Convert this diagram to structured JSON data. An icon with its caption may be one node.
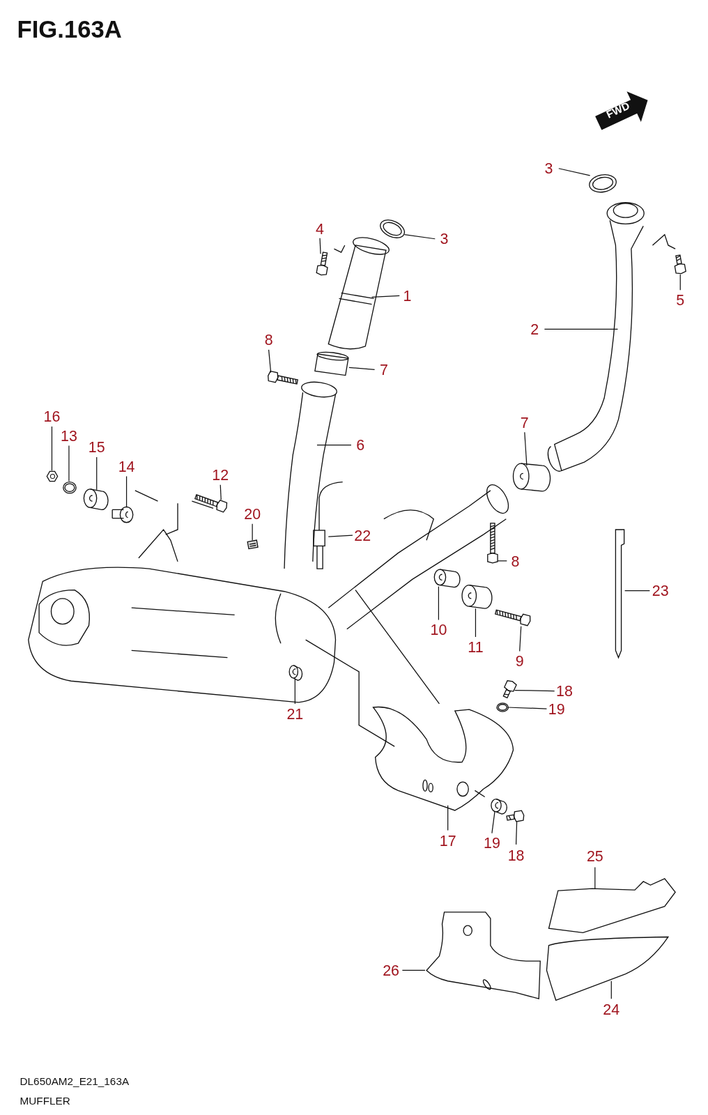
{
  "diagram": {
    "title": "FIG.163A",
    "caption": "MUFFLER",
    "nodes": [
      {
        "text": [
          "3"
        ]
      },
      {
        "text": [],
        "shape": "picture"
      },
      {
        "text": [
          "3"
        ]
      },
      {
        "text": [],
        "shape": "picture"
      },
      {
        "text": [
          "4"
        ]
      },
      {
        "text": [],
        "shape": "picture"
      },
      {
        "text": [
          "1"
        ]
      },
      {
        "text": [],
        "shape": "picture"
      },
      {
        "text": [
          "5"
        ]
      },
      {
        "text": [],
        "shape": "picture"
      },
      {
        "text": [
          "2"
        ]
      },
      {
        "text": [],
        "shape": "picture"
      },
      {
        "text": [
          "8"
        ]
      },
      {
        "text": [],
        "shape": "picture"
      },
      {
        "text": [
          "7"
        ]
      },
      {
        "text": [],
        "shape": "picture"
      },
      {
        "text": [
          "16"
        ]
      },
      {
        "text": [],
        "shape": "picture"
      },
      {
        "text": [
          "13"
        ]
      },
      {
        "text": [],
        "shape": "picture"
      },
      {
        "text": [
          "15"
        ]
      },
      {
        "text": [],
        "shape": "picture"
      },
      {
        "text": [
          "14"
        ]
      },
      {
        "text": [],
        "shape": "picture"
      },
      {
        "text": [
          "12"
        ]
      },
      {
        "text": [],
        "shape": "picture"
      },
      {
        "text": [
          "7"
        ]
      },
      {
        "text": [],
        "shape": "picture"
      },
      {
        "text": [
          "6"
        ]
      },
      {
        "text": [],
        "shape": "picture"
      },
      {
        "text": [
          "20"
        ]
      },
      {
        "text": [],
        "shape": "picture"
      },
      {
        "text": [
          "22"
        ]
      },
      {
        "text": [],
        "shape": "picture"
      },
      {
        "text": [
          "8"
        ]
      },
      {
        "text": [],
        "shape": "picture"
      },
      {
        "text": [
          "23"
        ]
      },
      {
        "text": [],
        "shape": "picture"
      },
      {
        "text": [
          "10"
        ]
      },
      {
        "text": [],
        "shape": "picture"
      },
      {
        "text": [
          "11"
        ]
      },
      {
        "text": [],
        "shape": "picture"
      },
      {
        "text": [
          "9"
        ]
      },
      {
        "text": [],
        "shape": "picture"
      },
      {
        "text": [
          "18"
        ]
      },
      {
        "text": [],
        "shape": "picture"
      },
      {
        "text": [
          "19"
        ]
      },
      {
        "text": [],
        "shape": "picture"
      },
      {
        "text": [
          "21"
        ]
      },
      {
        "text": [],
        "shape": "picture"
      },
      {
        "text": [
          "17"
        ]
      },
      {
        "text": [],
        "shape": "picture"
      },
      {
        "text": [
          "19"
        ]
      },
      {
        "text": [],
        "shape": "picture"
      },
      {
        "text": [
          "18"
        ]
      },
      {
        "text": [],
        "shape": "picture"
      },
      {
        "text": [
          "25"
        ]
      },
      {
        "text": [],
        "shape": "picture"
      },
      {
        "text": [
          "26"
        ]
      },
      {
        "text": [],
        "shape": "picture"
      },
      {
        "text": [
          "24"
        ]
      },
      {
        "text": [],
        "shape": "picture"
      }
    ],
    "edges": [
      {
        "from": 0,
        "to": 1,
        "arrow": "none"
      },
      {
        "from": 2,
        "to": 3,
        "arrow": "none"
      },
      {
        "from": 4,
        "to": 5,
        "arrow": "none"
      },
      {
        "from": 6,
        "to": 7,
        "arrow": "none"
      },
      {
        "from": 8,
        "to": 9,
        "arrow": "none"
      },
      {
        "from": 10,
        "to": 11,
        "arrow": "none"
      },
      {
        "from": 12,
        "to": 13,
        "arrow": "none"
      },
      {
        "from": 14,
        "to": 15,
        "arrow": "none"
      },
      {
        "from": 16,
        "to": 17,
        "arrow": "none"
      },
      {
        "from": 18,
        "to": 19,
        "arrow": "none"
      },
      {
        "from": 20,
        "to": 21,
        "arrow": "none"
      },
      {
        "from": 22,
        "to": 23,
        "arrow": "none"
      },
      {
        "from": 24,
        "to": 25,
        "arrow": "none"
      },
      {
        "from": 26,
        "to": 27,
        "arrow": "none"
      },
      {
        "from": 28,
        "to": 29,
        "arrow": "none"
      },
      {
        "from": 30,
        "to": 31,
        "arrow": "none"
      },
      {
        "from": 32,
        "to": 33,
        "arrow": "none"
      },
      {
        "from": 34,
        "to": 35,
        "arrow": "none"
      },
      {
        "from": 36,
        "to": 37,
        "arrow": "none"
      },
      {
        "from": 38,
        "to": 39,
        "arrow": "none"
      },
      {
        "from": 40,
        "to": 41,
        "arrow": "none"
      },
      {
        "from": 42,
        "to": 43,
        "arrow": "none"
      },
      {
        "from": 44,
        "to": 45,
        "arrow": "none"
      },
      {
        "from": 46,
        "to": 47,
        "arrow": "none"
      },
      {
        "from": 48,
        "to": 49,
        "arrow": "none"
      },
      {
        "from": 50,
        "to": 51,
        "arrow": "none"
      },
      {
        "from": 52,
        "to": 53,
        "arrow": "none"
      },
      {
        "from": 54,
        "to": 55,
        "arrow": "none"
      },
      {
        "from": 56,
        "to": 57,
        "arrow": "none"
      },
      {
        "from": 58,
        "to": 59,
        "arrow": "none"
      },
      {
        "from": 60,
        "to": 61,
        "arrow": "none"
      }
    ],
    "labels": [
      "FWD",
      "DL650AM2_E21_163A"
    ]
  }
}
